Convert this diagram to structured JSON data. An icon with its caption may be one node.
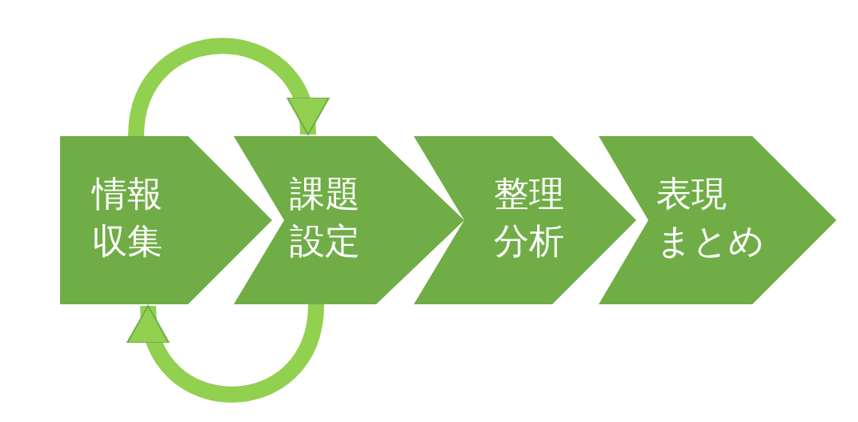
{
  "diagram": {
    "nodes": [
      {
        "text": [
          "情報収集"
        ]
      },
      {
        "text": [
          "課題設定"
        ]
      },
      {
        "text": [
          "整理分析"
        ]
      },
      {
        "text": [
          "表現まとめ"
        ]
      }
    ],
    "edges": [
      {
        "from": 0,
        "to": 1,
        "arrow": "to"
      },
      {
        "from": 1,
        "to": 0,
        "arrow": "to"
      }
    ]
  }
}
